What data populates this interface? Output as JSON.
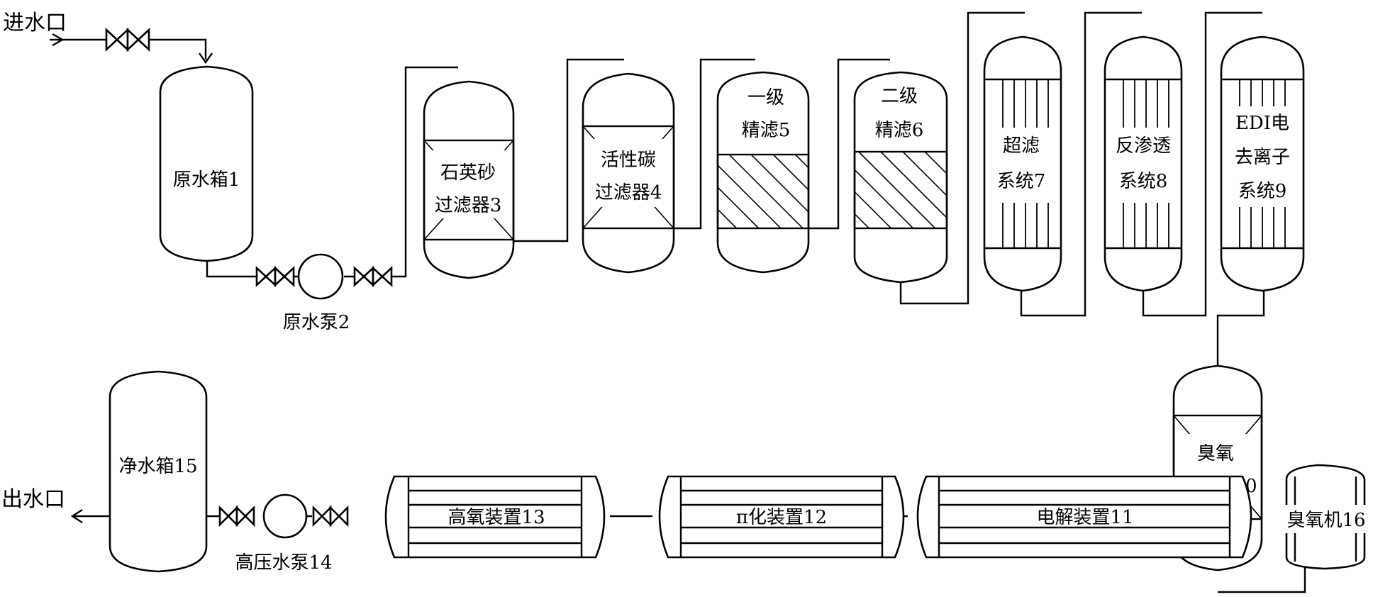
{
  "inlet_label": "进水口",
  "outlet_label": "出水口",
  "units": {
    "raw_tank": "原水箱1",
    "raw_pump": "原水泵2",
    "quartz_filter": [
      "石英砂",
      "过滤器3"
    ],
    "carbon_filter": [
      "活性碳",
      "过滤器4"
    ],
    "fine_filter_1": [
      "一级",
      "精滤5"
    ],
    "fine_filter_2": [
      "二级",
      "精滤6"
    ],
    "ultrafiltration": [
      "超滤",
      "系统7"
    ],
    "reverse_osmosis": [
      "反渗透",
      "系统8"
    ],
    "edi": [
      "EDI电",
      "去离子",
      "系统9"
    ],
    "ozone_tower": [
      "臭氧",
      "混合塔10"
    ],
    "electrolysis": "电解装置11",
    "pi_device": "π化装置12",
    "high_oxygen": "高氧装置13",
    "hp_pump": "高压水泵14",
    "clean_tank": "净水箱15",
    "ozone_generator": "臭氧机16"
  }
}
